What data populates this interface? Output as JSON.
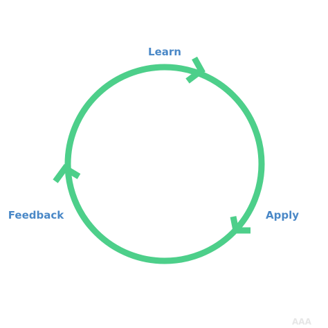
{
  "colors": {
    "ring": "#4dcf8a",
    "label": "#4a88c7",
    "background": "#ffffff",
    "watermark": "#e6e6e6"
  },
  "diagram": {
    "nodes": [
      {
        "id": "learn",
        "label": "Learn"
      },
      {
        "id": "apply",
        "label": "Apply"
      },
      {
        "id": "feedback",
        "label": "Feedback"
      }
    ],
    "arrows": [
      {
        "id": "learn-arrow",
        "direction": "clockwise"
      },
      {
        "id": "apply-arrow",
        "direction": "clockwise"
      },
      {
        "id": "feedback-arrow",
        "direction": "clockwise"
      }
    ]
  },
  "watermark": {
    "text": "AAA"
  }
}
